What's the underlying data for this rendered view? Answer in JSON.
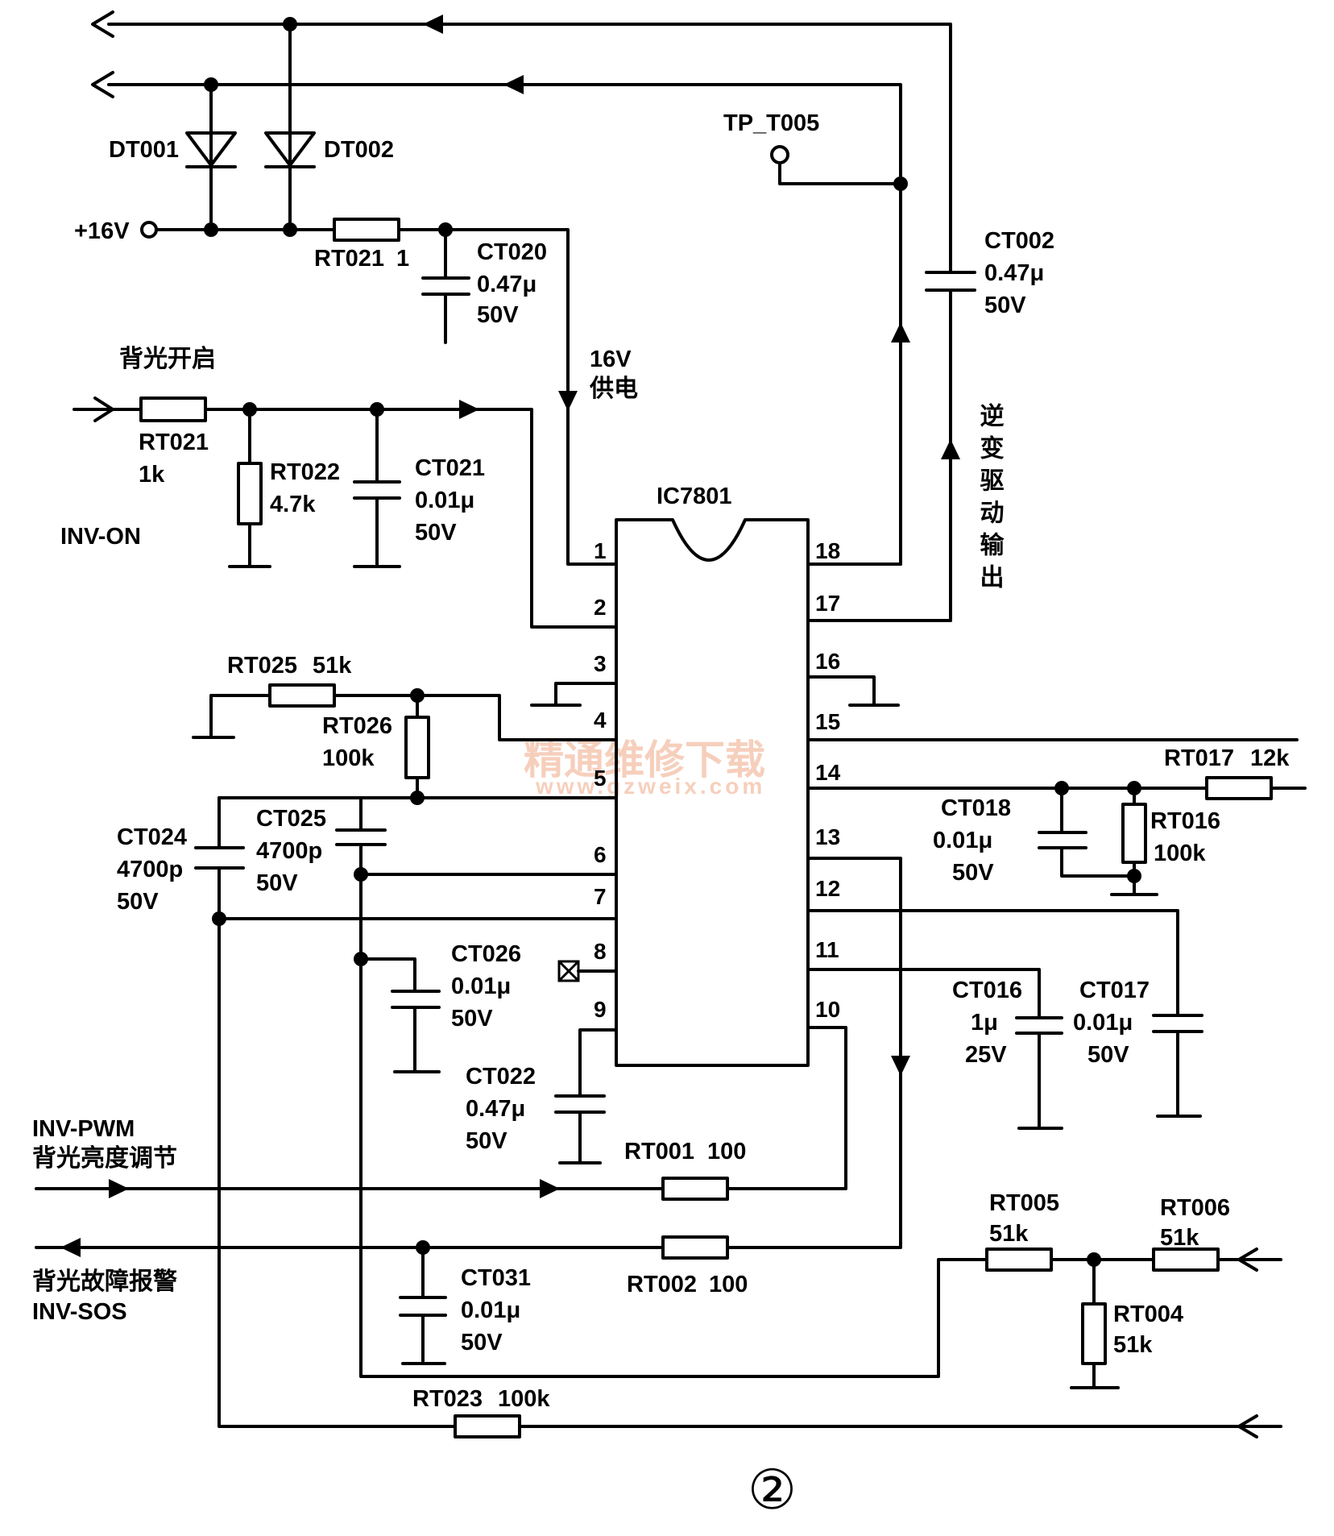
{
  "figure_label": "②",
  "watermark": {
    "line1": "精通维修下载",
    "line2": "www.gzweix.com"
  },
  "ic": {
    "name": "IC7801",
    "left_pins": [
      "1",
      "2",
      "3",
      "4",
      "5",
      "6",
      "7",
      "8",
      "9"
    ],
    "right_pins": [
      "18",
      "17",
      "16",
      "15",
      "14",
      "13",
      "12",
      "11",
      "10"
    ]
  },
  "power": {
    "v16_label": "+16V",
    "supply_label": [
      "16V",
      "供电"
    ]
  },
  "test_point": "TP_T005",
  "inverter_out": "逆变驱动输出",
  "signals": {
    "backlight_on": "背光开启",
    "inv_on": "INV-ON",
    "inv_pwm": "INV-PWM",
    "brightness": "背光亮度调节",
    "fault_alarm": "背光故障报警",
    "inv_sos": "INV-SOS"
  },
  "components": {
    "DT001": {
      "ref": "DT001"
    },
    "DT002": {
      "ref": "DT002"
    },
    "RT021a": {
      "ref": "RT021",
      "value": "1"
    },
    "CT020": {
      "ref": "CT020",
      "value": "0.47μ",
      "rating": "50V"
    },
    "CT002": {
      "ref": "CT002",
      "value": "0.47μ",
      "rating": "50V"
    },
    "RT021b": {
      "ref": "RT021",
      "value": "1k"
    },
    "RT022": {
      "ref": "RT022",
      "value": "4.7k"
    },
    "CT021": {
      "ref": "CT021",
      "value": "0.01μ",
      "rating": "50V"
    },
    "RT025": {
      "ref": "RT025",
      "value": "51k"
    },
    "RT026": {
      "ref": "RT026",
      "value": "100k"
    },
    "CT024": {
      "ref": "CT024",
      "value": "4700p",
      "rating": "50V"
    },
    "CT025": {
      "ref": "CT025",
      "value": "4700p",
      "rating": "50V"
    },
    "CT026": {
      "ref": "CT026",
      "value": "0.01μ",
      "rating": "50V"
    },
    "CT022": {
      "ref": "CT022",
      "value": "0.47μ",
      "rating": "50V"
    },
    "RT017": {
      "ref": "RT017",
      "value": "12k"
    },
    "CT018": {
      "ref": "CT018",
      "value": "0.01μ",
      "rating": "50V"
    },
    "RT016": {
      "ref": "RT016",
      "value": "100k"
    },
    "CT016": {
      "ref": "CT016",
      "value": "1μ",
      "rating": "25V"
    },
    "CT017": {
      "ref": "CT017",
      "value": "0.01μ",
      "rating": "50V"
    },
    "RT001": {
      "ref": "RT001",
      "value": "100"
    },
    "RT002": {
      "ref": "RT002",
      "value": "100"
    },
    "CT031": {
      "ref": "CT031",
      "value": "0.01μ",
      "rating": "50V"
    },
    "RT005": {
      "ref": "RT005",
      "value": "51k"
    },
    "RT006": {
      "ref": "RT006",
      "value": "51k"
    },
    "RT004": {
      "ref": "RT004",
      "value": "51k"
    },
    "RT023": {
      "ref": "RT023",
      "value": "100k"
    }
  }
}
